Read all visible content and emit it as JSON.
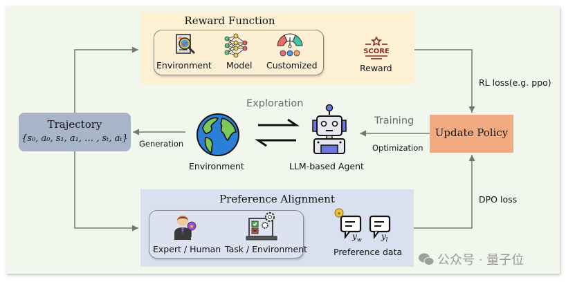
{
  "reward_function": {
    "title": "Reward Function",
    "sources": [
      {
        "label": "Environment",
        "icon": "magnifier-checklist-icon"
      },
      {
        "label": "Model",
        "icon": "neural-network-icon"
      },
      {
        "label": "Customized",
        "icon": "gauge-faces-icon"
      }
    ],
    "output_label": "Reward",
    "output_icon": "score-badge-icon",
    "score_text": "SCORE"
  },
  "trajectory": {
    "title": "Trajectory",
    "formula": "{s₀, a₀, s₁, a₁, … , sₜ, aₜ}"
  },
  "exploration": {
    "title": "Exploration",
    "environment_label": "Environment",
    "agent_label": "LLM-based Agent",
    "generation_label": "Generation"
  },
  "training": {
    "title": "Training",
    "optimization_label": "Optimization"
  },
  "update_policy": {
    "title": "Update Policy"
  },
  "losses": {
    "rl_loss": "RL loss(e.g. ppo)",
    "dpo_loss": "DPO loss"
  },
  "preference_alignment": {
    "title": "Preference Alignment",
    "sources": [
      {
        "label": "Expert / Human",
        "icon": "expert-person-icon"
      },
      {
        "label": "Task / Environment",
        "icon": "laptop-gears-icon"
      }
    ],
    "output_label": "Preference data",
    "winner_sub": "w",
    "loser_sub": "l",
    "y_letter": "y"
  },
  "watermark": {
    "text": "公众号 · 量子位"
  },
  "colors": {
    "background": "#f1f7ec",
    "reward_panel": "#fdf0d3",
    "trajectory_box": "#a8b4c8",
    "update_policy_box": "#f2ab80",
    "preference_panel": "#d9e0ef",
    "connector": "#6f7a6f"
  }
}
